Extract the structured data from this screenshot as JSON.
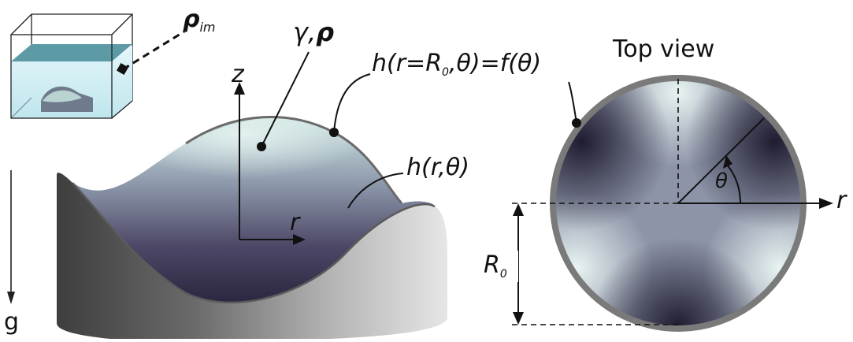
{
  "labels": {
    "rho_im": "ρ",
    "rho_im_sub": "im",
    "gamma_rho": "γ,",
    "gamma_rho_bold": "ρ",
    "boundary_condition": "h(r=R",
    "boundary_sub": "0",
    "boundary_rest": ",θ)=f(θ)",
    "surface": "h(r,θ)",
    "z_axis": "z",
    "r_axis": "r",
    "gravity": "g",
    "top_view": "Top view",
    "theta": "θ",
    "r_axis_top": "r",
    "radius": "R",
    "radius_sub": "0"
  },
  "colors": {
    "water": "#cdeef6",
    "water_surface": "#5a9aa5",
    "surface_light": "#dff0ee",
    "surface_dark": "#2a2740",
    "wall_dark": "#4a4a4a",
    "wall_light": "#d8d8d8",
    "rim": "#777777"
  }
}
